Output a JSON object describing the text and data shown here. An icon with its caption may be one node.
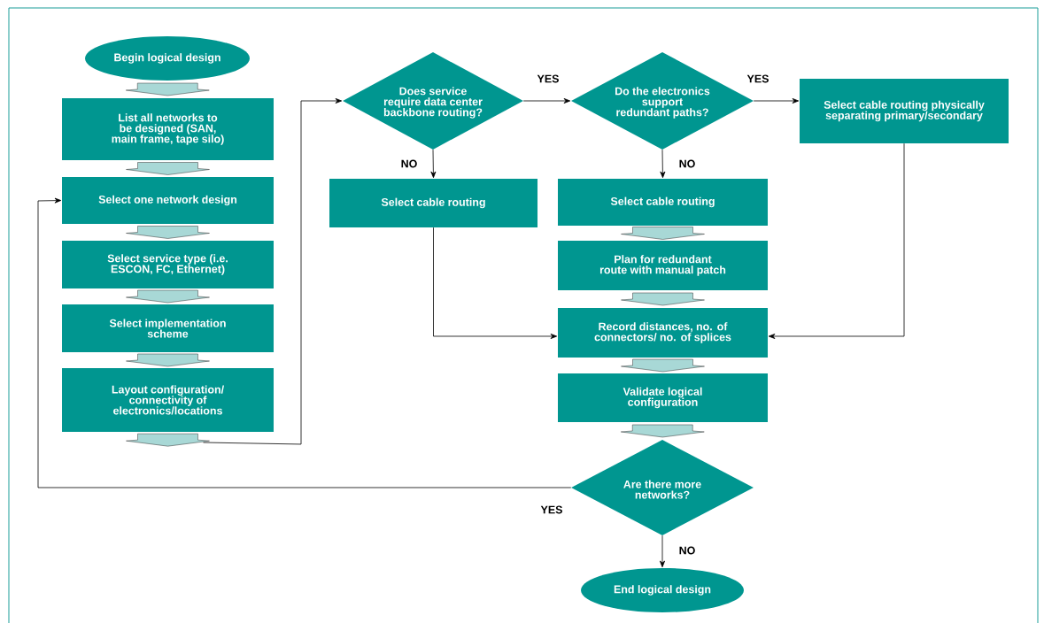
{
  "diagram": {
    "nodes": [
      {
        "text": [
          "Begin logical design"
        ]
      },
      {
        "text": [
          "List all networks to be designed (SAN, main frame, tape silo)"
        ]
      },
      {
        "text": [
          "Select one network design"
        ]
      },
      {
        "text": [
          "Select service type (i.e. ESCON, FC, Ethernet)"
        ]
      },
      {
        "text": [
          "Select implementation scheme"
        ]
      },
      {
        "text": [
          "Layout configuration/ connectivity of electronics/locations"
        ]
      },
      {
        "text": [
          "Does service require data center backbone routing?"
        ]
      },
      {
        "text": [
          "Do the electronics support redundant paths?"
        ]
      },
      {
        "text": [
          "Select cable routing physically separating primary/secondary"
        ]
      },
      {
        "text": [
          "Select cable routing"
        ]
      },
      {
        "text": [
          "Select cable routing"
        ]
      },
      {
        "text": [
          "Plan for redundant route with manual patch"
        ]
      },
      {
        "text": [
          "Record distances, no. of connectors/ no. of splices"
        ]
      },
      {
        "text": [
          "Validate logical configuration"
        ]
      },
      {
        "text": [
          "Are there more networks?"
        ]
      },
      {
        "text": [
          "End logical design"
        ]
      }
    ],
    "edges": [
      {
        "from": 0,
        "to": 1,
        "arrow": "to"
      },
      {
        "from": 1,
        "to": 2,
        "arrow": "to"
      },
      {
        "from": 2,
        "to": 3,
        "arrow": "to"
      },
      {
        "from": 3,
        "to": 4,
        "arrow": "to"
      },
      {
        "from": 4,
        "to": 5,
        "arrow": "to"
      },
      {
        "from": 5,
        "to": 6,
        "arrow": "to"
      },
      {
        "from": 6,
        "to": 7,
        "arrow": "to",
        "label": "YES"
      },
      {
        "from": 6,
        "to": 9,
        "arrow": "to",
        "label": "NO"
      },
      {
        "from": 7,
        "to": 8,
        "arrow": "to",
        "label": "YES"
      },
      {
        "from": 7,
        "to": 10,
        "arrow": "to",
        "label": "NO"
      },
      {
        "from": 10,
        "to": 11,
        "arrow": "to"
      },
      {
        "from": 11,
        "to": 12,
        "arrow": "to"
      },
      {
        "from": 9,
        "to": 12,
        "arrow": "to"
      },
      {
        "from": 8,
        "to": 12,
        "arrow": "to"
      },
      {
        "from": 12,
        "to": 13,
        "arrow": "to"
      },
      {
        "from": 13,
        "to": 14,
        "arrow": "to"
      },
      {
        "from": 14,
        "to": 2,
        "arrow": "to",
        "label": "YES"
      },
      {
        "from": 14,
        "to": 15,
        "arrow": "to",
        "label": "NO"
      }
    ]
  }
}
